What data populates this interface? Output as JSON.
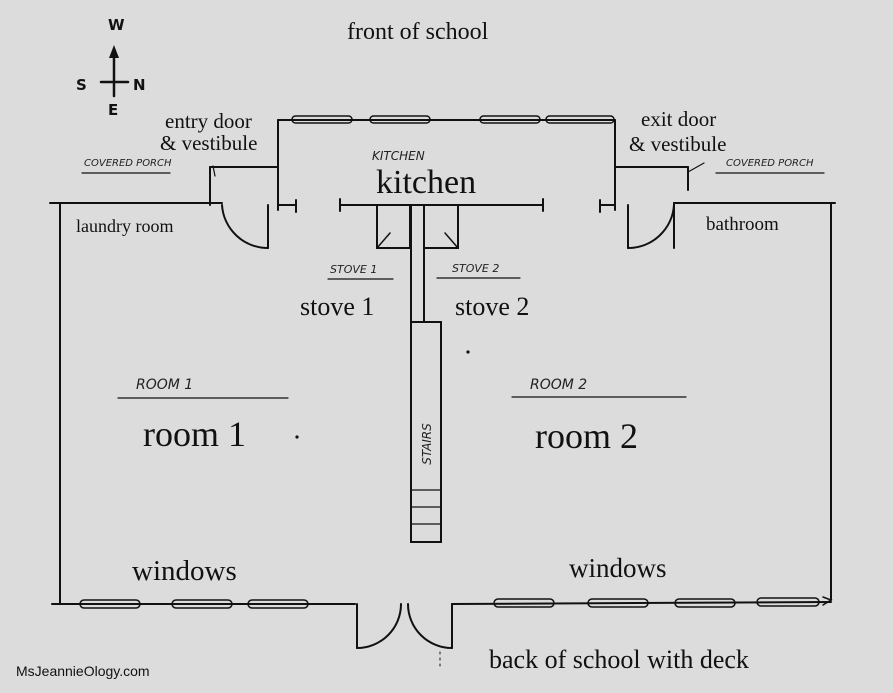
{
  "compass": {
    "north": "N",
    "south": "S",
    "east": "E",
    "west": "W"
  },
  "labels": {
    "front": "front of school",
    "entry_line1": "entry door",
    "entry_line2": "& vestibule",
    "exit_line1": "exit door",
    "exit_line2": "& vestibule",
    "covered_porch_left": "COVERED PORCH",
    "covered_porch_right": "COVERED PORCH",
    "kitchen_hand": "KITCHEN",
    "kitchen": "kitchen",
    "laundry": "laundry room",
    "bathroom": "bathroom",
    "stove1_hand": "STOVE 1",
    "stove2_hand": "STOVE 2",
    "stove1": "stove 1",
    "stove2": "stove 2",
    "room1_hand": "ROOM 1",
    "room2_hand": "ROOM 2",
    "room1": "room 1",
    "room2": "room 2",
    "stairs": "STAIRS",
    "windows_left": "windows",
    "windows_right": "windows",
    "back": "back of school with deck",
    "credit": "MsJeannieOlogy.com"
  }
}
